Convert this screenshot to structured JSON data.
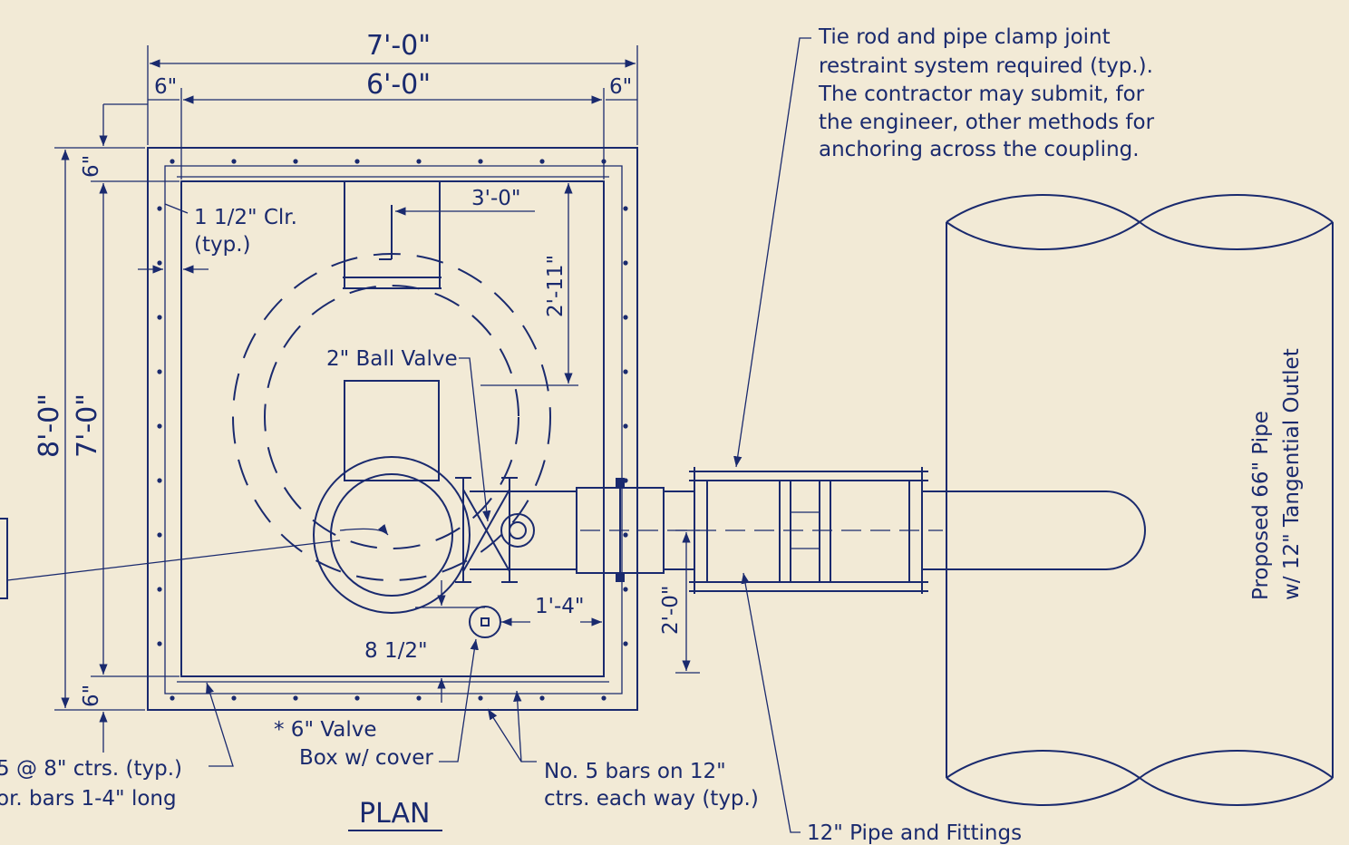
{
  "dimensions": {
    "overall_width": "7'-0\"",
    "inner_width": "6'-0\"",
    "left_wall": "6\"",
    "right_wall": "6\"",
    "top_wall": "6\"",
    "bottom_wall": "6\"",
    "overall_length": "8'-0\"",
    "inner_length": "7'-0\"",
    "hatch_offset": "3'-0\"",
    "hatch_depth": "2'-11\"",
    "valve_offset": "1'-4\"",
    "pipe_offset": "2'-0\"",
    "valve_box_offset": "8 1/2\""
  },
  "labels": {
    "clearance_line1": "1 1/2\" Clr.",
    "clearance_line2": "(typ.)",
    "ball_valve": "2\" Ball Valve",
    "valve_box_line1": "* 6\" Valve",
    "valve_box_line2": "Box w/ cover",
    "bars_line1": "No. 5 bars on 12\"",
    "bars_line2": "ctrs. each way (typ.)",
    "corner_bars_line1": "5 @ 8\" ctrs. (typ.)",
    "corner_bars_line2": "or. bars 1-4\" long",
    "pipe_fittings": "12\" Pipe and Fittings",
    "tie_rod_line1": "Tie rod and pipe clamp joint",
    "tie_rod_line2": "restraint system required (typ.).",
    "tie_rod_line3": "The contractor may submit, for",
    "tie_rod_line4": "the engineer, other methods for",
    "tie_rod_line5": "anchoring across the coupling.",
    "main_pipe_line1": "Proposed 66\" Pipe",
    "main_pipe_line2": "w/ 12\" Tangential Outlet",
    "view_title": "PLAN"
  },
  "colors": {
    "ink": "#1a2a6e",
    "paper": "#f2ead6"
  }
}
